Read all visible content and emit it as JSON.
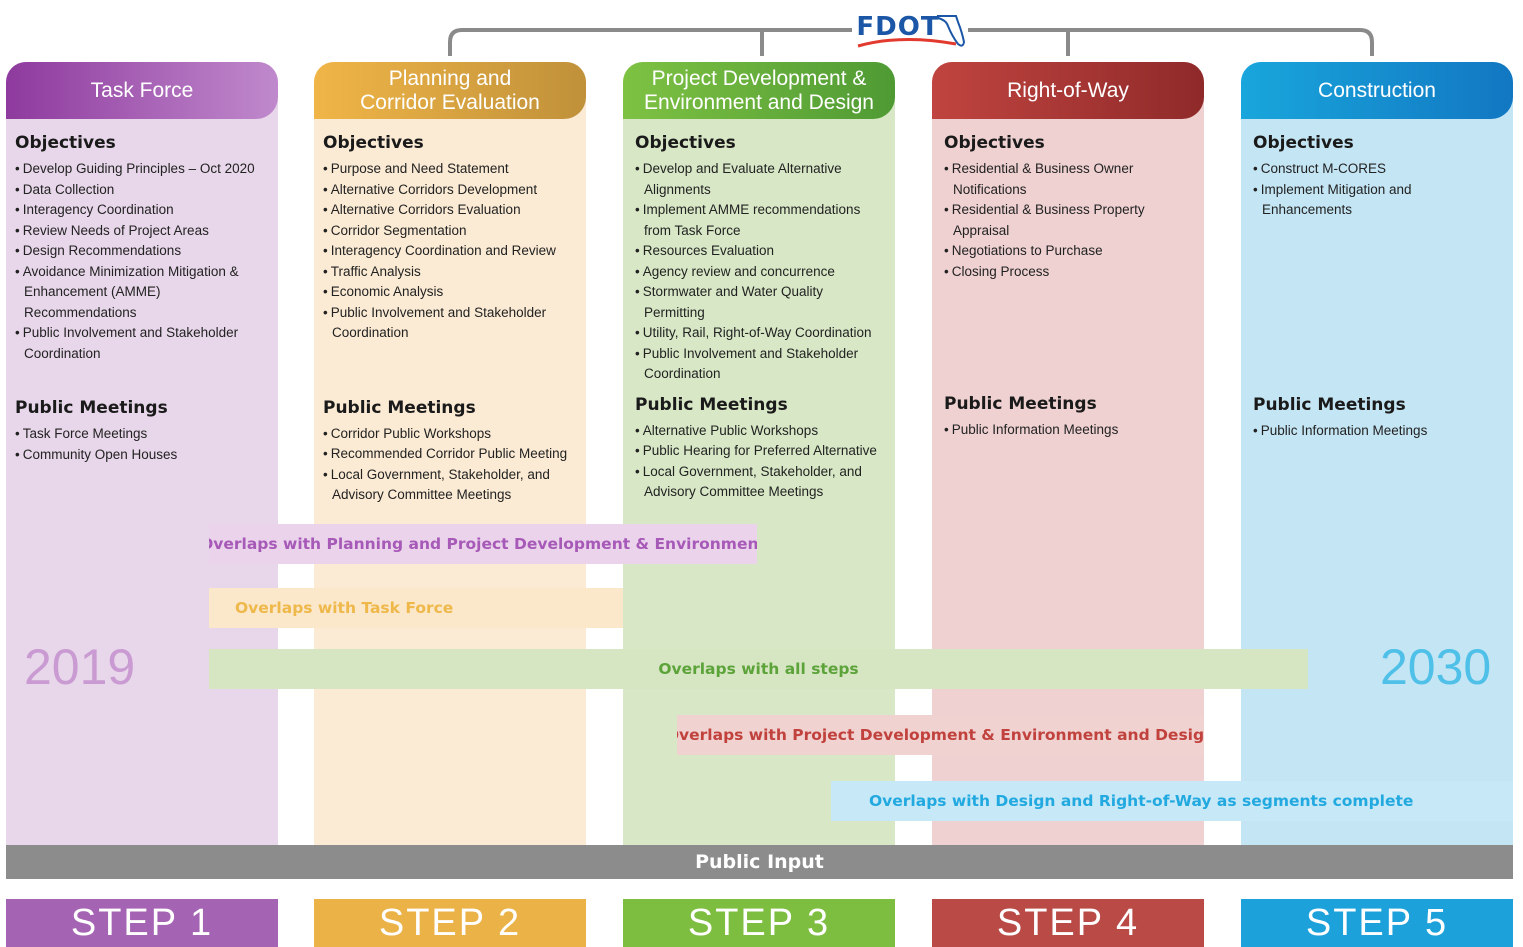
{
  "logo": {
    "text": "FDOT"
  },
  "columns": [
    {
      "title": "Task Force",
      "bg": "#e8d7ea",
      "header_start": "#8e3a9e",
      "header_end": "#c089cc",
      "objectives_title": "Objectives",
      "objectives": [
        "Develop Guiding Principles – Oct 2020",
        "Data Collection",
        "Interagency Coordination",
        "Review Needs of Project Areas",
        "Design Recommendations",
        "Avoidance Minimization Mitigation & Enhancement (AMME) Recommendations",
        "Public Involvement and Stakeholder Coordination"
      ],
      "meetings_title": "Public Meetings",
      "meetings": [
        "Task Force Meetings",
        "Community Open Houses"
      ]
    },
    {
      "title": "Planning and Corridor Evaluation",
      "bg": "#fbebd4",
      "header_start": "#f0b547",
      "header_end": "#c0913a",
      "objectives_title": "Objectives",
      "objectives": [
        "Purpose and Need Statement",
        "Alternative Corridors Development",
        "Alternative Corridors Evaluation",
        "Corridor Segmentation",
        "Interagency Coordination and Review",
        "Traffic Analysis",
        "Economic Analysis",
        "Public Involvement and Stakeholder Coordination"
      ],
      "meetings_title": "Public Meetings",
      "meetings": [
        "Corridor Public Workshops",
        "Recommended Corridor Public Meeting",
        "Local Government, Stakeholder, and Advisory Committee Meetings"
      ]
    },
    {
      "title": "Project Development & Environment and Design",
      "bg": "#d8e8c6",
      "header_start": "#7ec243",
      "header_end": "#4f9a34",
      "objectives_title": "Objectives",
      "objectives": [
        "Develop and Evaluate Alternative Alignments",
        "Implement AMME recommendations from Task Force",
        "Resources Evaluation",
        "Agency review and concurrence",
        "Stormwater and Water Quality Permitting",
        "Utility, Rail, Right-of-Way Coordination",
        "Public Involvement and Stakeholder Coordination"
      ],
      "meetings_title": "Public Meetings",
      "meetings": [
        "Alternative Public Workshops",
        "Public Hearing for Preferred Alternative",
        "Local Government, Stakeholder, and Advisory Committee Meetings"
      ]
    },
    {
      "title": "Right-of-Way",
      "bg": "#efd1d1",
      "header_start": "#c0443f",
      "header_end": "#8f2a2a",
      "objectives_title": "Objectives",
      "objectives": [
        "Residential & Business Owner Notifications",
        "Residential & Business Property Appraisal",
        "Negotiations to Purchase",
        "Closing Process"
      ],
      "meetings_title": "Public Meetings",
      "meetings": [
        "Public Information Meetings"
      ]
    },
    {
      "title": "Construction",
      "bg": "#c4e5f4",
      "header_start": "#19a6dc",
      "header_end": "#1277c2",
      "objectives_title": "Objectives",
      "objectives": [
        "Construct M-CORES",
        "Implement Mitigation and Enhancements"
      ],
      "meetings_title": "Public Meetings",
      "meetings": [
        "Public Information Meetings"
      ]
    }
  ],
  "overlaps": [
    {
      "text": "Overlaps with Planning and Project Development & Environment",
      "bg": "#ebd3ec",
      "color": "#a659b7"
    },
    {
      "text": "Overlaps with Task Force",
      "bg": "#fbe7c9",
      "color": "#eeb84a"
    },
    {
      "text": "Overlaps with all steps",
      "bg": "#d6e6c2",
      "color": "#5ca33a"
    },
    {
      "text": "Overlaps with Project Development & Environment and Design",
      "bg": "#f0d2d1",
      "color": "#c1413d"
    },
    {
      "text": "Overlaps with Design and Right-of-Way as segments complete",
      "bg": "#c6e8f7",
      "color": "#22a9e0"
    }
  ],
  "years": {
    "start": "2019",
    "end": "2030",
    "start_color": "#c99bd2",
    "end_color": "#4fc0e8"
  },
  "public_input": "Public Input",
  "steps": [
    {
      "label": "STEP 1",
      "color": "#a563b3"
    },
    {
      "label": "STEP 2",
      "color": "#ebb247"
    },
    {
      "label": "STEP 3",
      "color": "#7dbd40"
    },
    {
      "label": "STEP 4",
      "color": "#b94a45"
    },
    {
      "label": "STEP 5",
      "color": "#1da1db"
    }
  ]
}
